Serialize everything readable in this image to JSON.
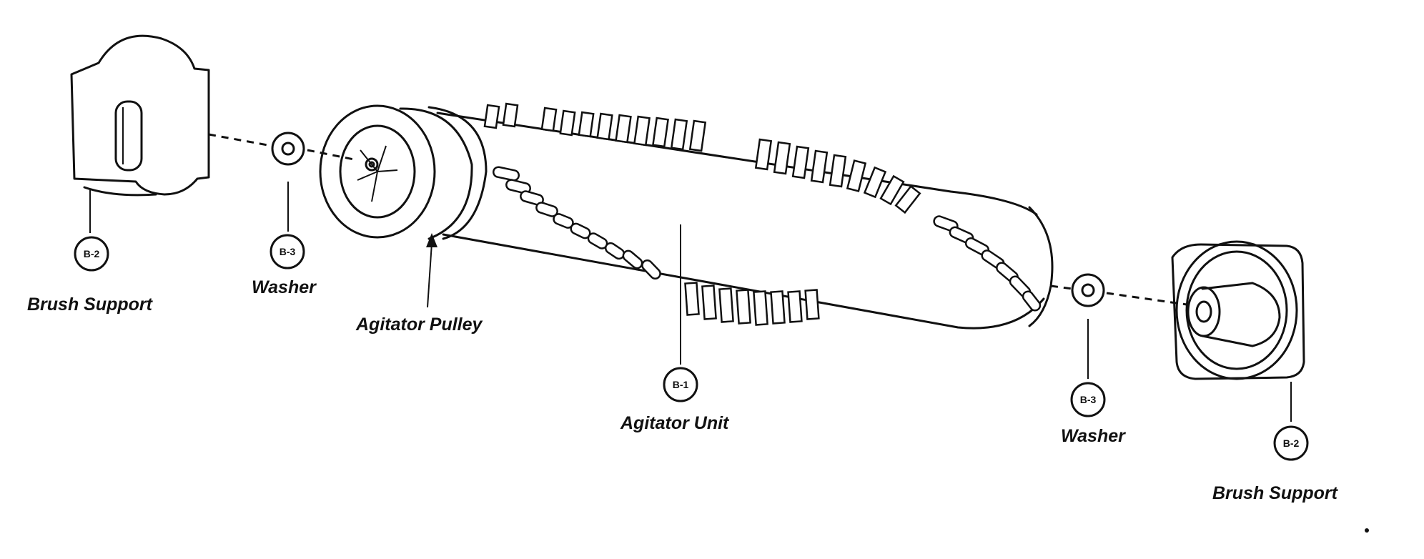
{
  "callouts": [
    {
      "id": "B-2",
      "label": "Brush Support"
    },
    {
      "id": "B-3",
      "label": "Washer"
    },
    {
      "id": "B-1",
      "label": "Agitator Unit"
    },
    {
      "id": "B-3",
      "label": "Washer"
    },
    {
      "id": "B-2",
      "label": "Brush Support"
    }
  ],
  "pointer_label": "Agitator Pulley"
}
